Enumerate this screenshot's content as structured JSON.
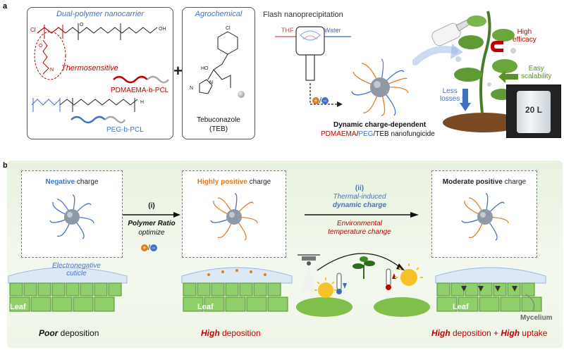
{
  "panel_a": {
    "letter": "a",
    "box1_title": "Dual-polymer nanocarrier",
    "thermo_label": "Thermosensitive",
    "pdmaema_pcl": "PDMAEMA-b-PCL",
    "peg_pcl": "PEG-b-PCL",
    "plus": "+",
    "box2_title": "Agrochemical",
    "teb_name": "Tebuconazole",
    "teb_abbr": "(TEB)",
    "flash": "Flash nanoprecipitation",
    "thf": "THF",
    "water": "Water",
    "charge_dep": "Dynamic charge-dependent",
    "nano_pdmaema": "PDMAEMA",
    "nano_peg": "PEG",
    "nano_rest": "/TEB nanofungicide",
    "high_efficacy_1": "High",
    "high_efficacy_2": "efficacy",
    "easy_1": "Easy",
    "easy_2": "scalability",
    "less_1": "Less",
    "less_2": "losses",
    "bottle": "20 L"
  },
  "panel_b": {
    "letter": "b",
    "neg_word": "Negative",
    "neg_rest": " charge",
    "hp_word": "Highly positive",
    "hp_rest": " charge",
    "mp_word": "Moderate positive",
    "mp_rest": " charge",
    "step1": "(i)",
    "step1_a": "Polymer Ratio",
    "step1_b": "optimize",
    "step2": "(ii)",
    "step2_a": "Thermal-induced",
    "step2_b": "dynamic charge",
    "env_a": "Environmental",
    "env_b": "temperature change",
    "electro_1": "Electronegative",
    "electro_2": "cuticle",
    "leaf": "Leaf",
    "mycelium": "Mycelium",
    "poor_a": "Poor",
    "poor_b": " deposition",
    "high_a": "High",
    "high_b": " deposition",
    "last_a": "High",
    "last_b": " deposition + ",
    "last_c": "High",
    "last_d": " uptake"
  },
  "colors": {
    "blue": "#4472c4",
    "red": "#c00000",
    "orange": "#e07b22",
    "green_bg": "#e8f2df"
  }
}
